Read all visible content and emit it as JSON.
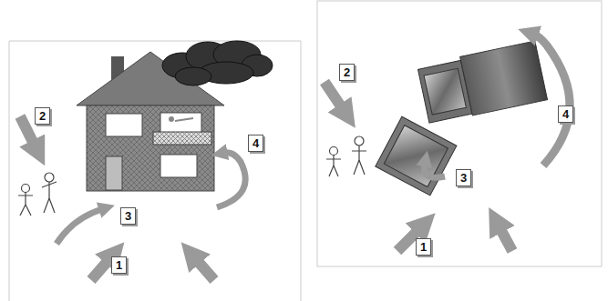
{
  "diagram": {
    "labels": [
      "2",
      "4",
      "3",
      "1",
      "2",
      "4",
      "3",
      "1"
    ]
  }
}
